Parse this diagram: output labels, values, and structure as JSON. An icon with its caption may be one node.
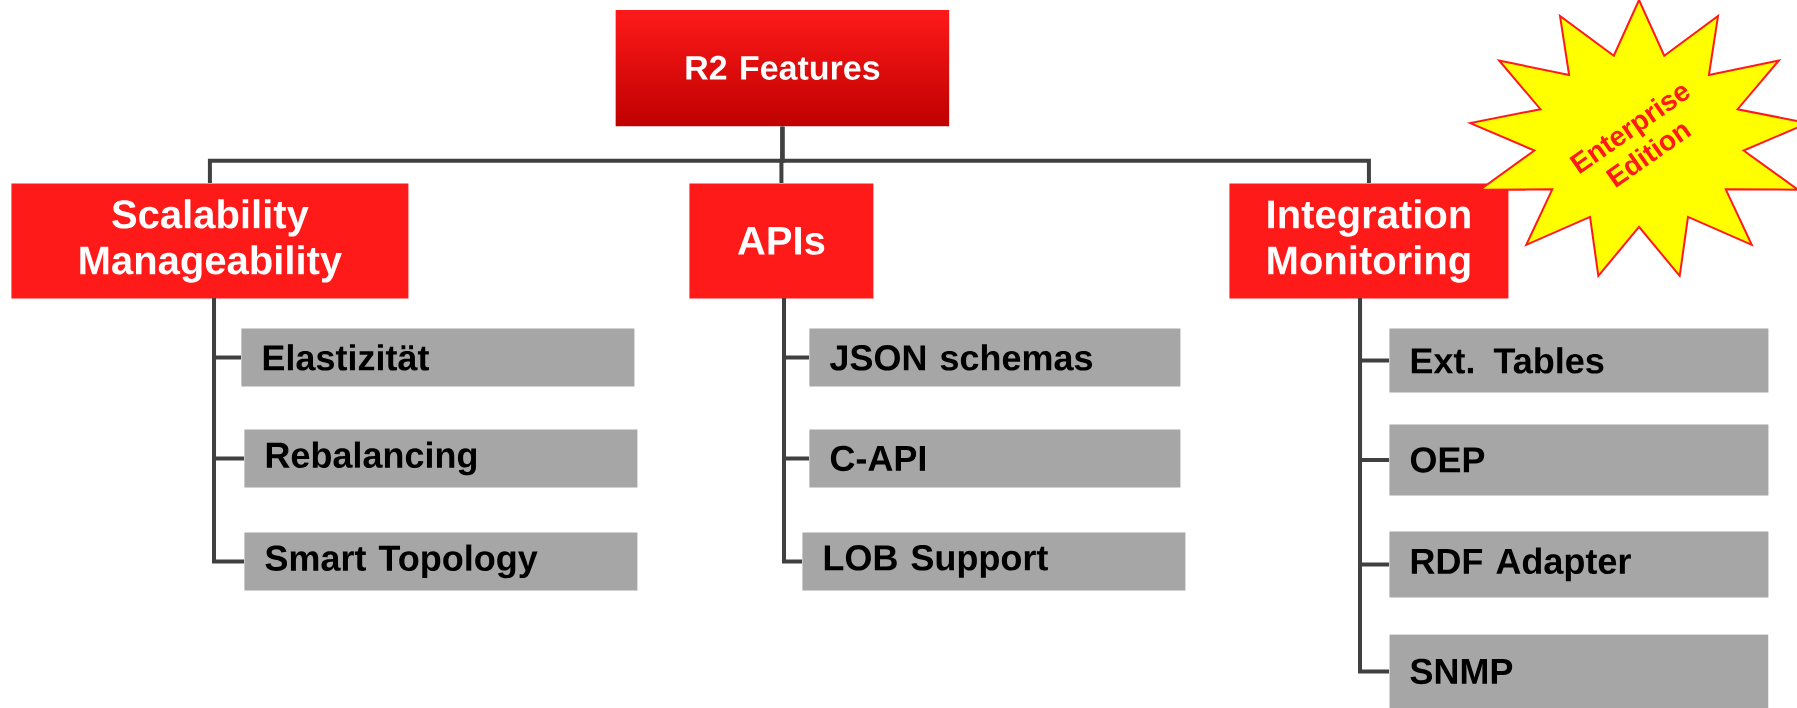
{
  "diagram": {
    "nodes": [
      {
        "text": [
          "R2 Features"
        ]
      },
      {
        "text": [
          "Scalability Manageability"
        ]
      },
      {
        "text": [
          "APIs"
        ]
      },
      {
        "text": [
          "Integration Monitoring"
        ]
      },
      {
        "text": [
          "Enterprise Edition"
        ]
      },
      {
        "text": [
          "Elastizität"
        ]
      },
      {
        "text": [
          "Rebalancing"
        ]
      },
      {
        "text": [
          "Smart Topology"
        ]
      },
      {
        "text": [
          "JSON schemas"
        ]
      },
      {
        "text": [
          "C-API"
        ]
      },
      {
        "text": [
          "LOB Support"
        ]
      },
      {
        "text": [
          "Ext. Tables"
        ]
      },
      {
        "text": [
          "OEP"
        ]
      },
      {
        "text": [
          "RDF Adapter"
        ]
      },
      {
        "text": [
          "SNMP"
        ]
      }
    ],
    "edges": [
      {
        "from": 0,
        "to": 1,
        "arrow": "none"
      },
      {
        "from": 0,
        "to": 2,
        "arrow": "none"
      },
      {
        "from": 0,
        "to": 3,
        "arrow": "none"
      },
      {
        "from": 1,
        "to": 5,
        "arrow": "none"
      },
      {
        "from": 1,
        "to": 6,
        "arrow": "none"
      },
      {
        "from": 1,
        "to": 7,
        "arrow": "none"
      },
      {
        "from": 2,
        "to": 8,
        "arrow": "none"
      },
      {
        "from": 2,
        "to": 9,
        "arrow": "none"
      },
      {
        "from": 2,
        "to": 10,
        "arrow": "none"
      },
      {
        "from": 3,
        "to": 11,
        "arrow": "none"
      },
      {
        "from": 3,
        "to": 12,
        "arrow": "none"
      },
      {
        "from": 3,
        "to": 13,
        "arrow": "none"
      },
      {
        "from": 3,
        "to": 14,
        "arrow": "none"
      }
    ]
  }
}
